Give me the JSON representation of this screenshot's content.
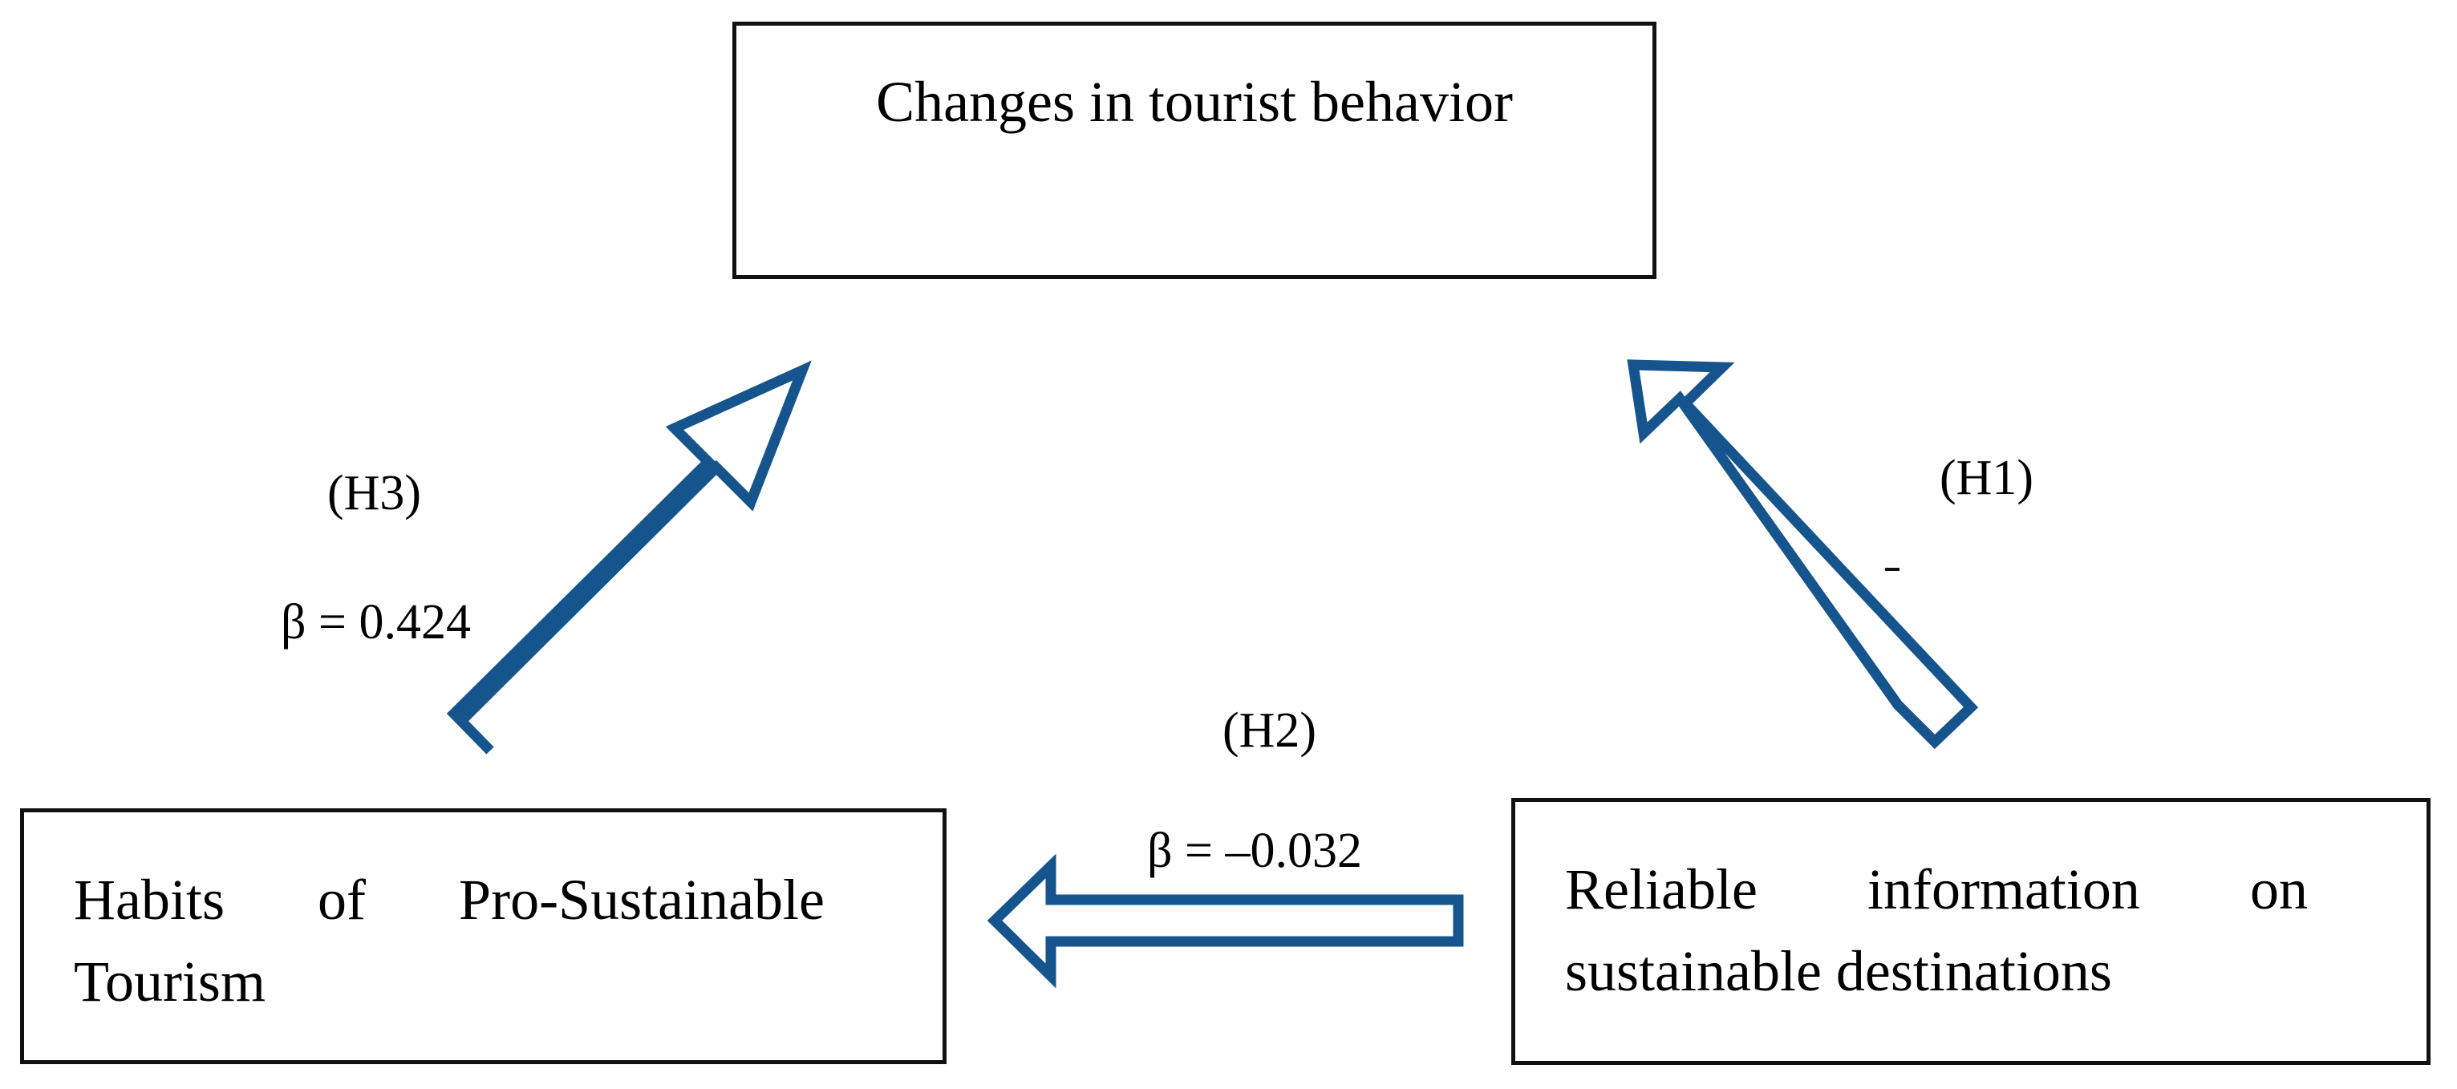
{
  "diagram": {
    "title": "Tourist behavior hypothesis model",
    "background_color": "#ffffff",
    "arrow_color": "#15548C",
    "box_border_color": "#111111",
    "text_color": "#000000"
  },
  "nodes": {
    "top": {
      "label": "Changes in tourist behavior"
    },
    "bottom_left": {
      "label": "Habits of Pro-Sustainable Tourism"
    },
    "bottom_right": {
      "label": "Reliable information on sustainable destinations"
    }
  },
  "edges": {
    "h1": {
      "hypothesis": "(H1)",
      "coefficient": "",
      "from": "Reliable information on sustainable destinations",
      "to": "Changes in tourist behavior",
      "direction": "up-left"
    },
    "h2": {
      "hypothesis": "(H2)",
      "coefficient": "β = –0.032",
      "from": "Reliable information on sustainable destinations",
      "to": "Habits of Pro-Sustainable Tourism",
      "direction": "left"
    },
    "h3": {
      "hypothesis": "(H3)",
      "coefficient": "β = 0.424",
      "from": "Habits of Pro-Sustainable Tourism",
      "to": "Changes in tourist behavior",
      "direction": "up-right"
    }
  }
}
